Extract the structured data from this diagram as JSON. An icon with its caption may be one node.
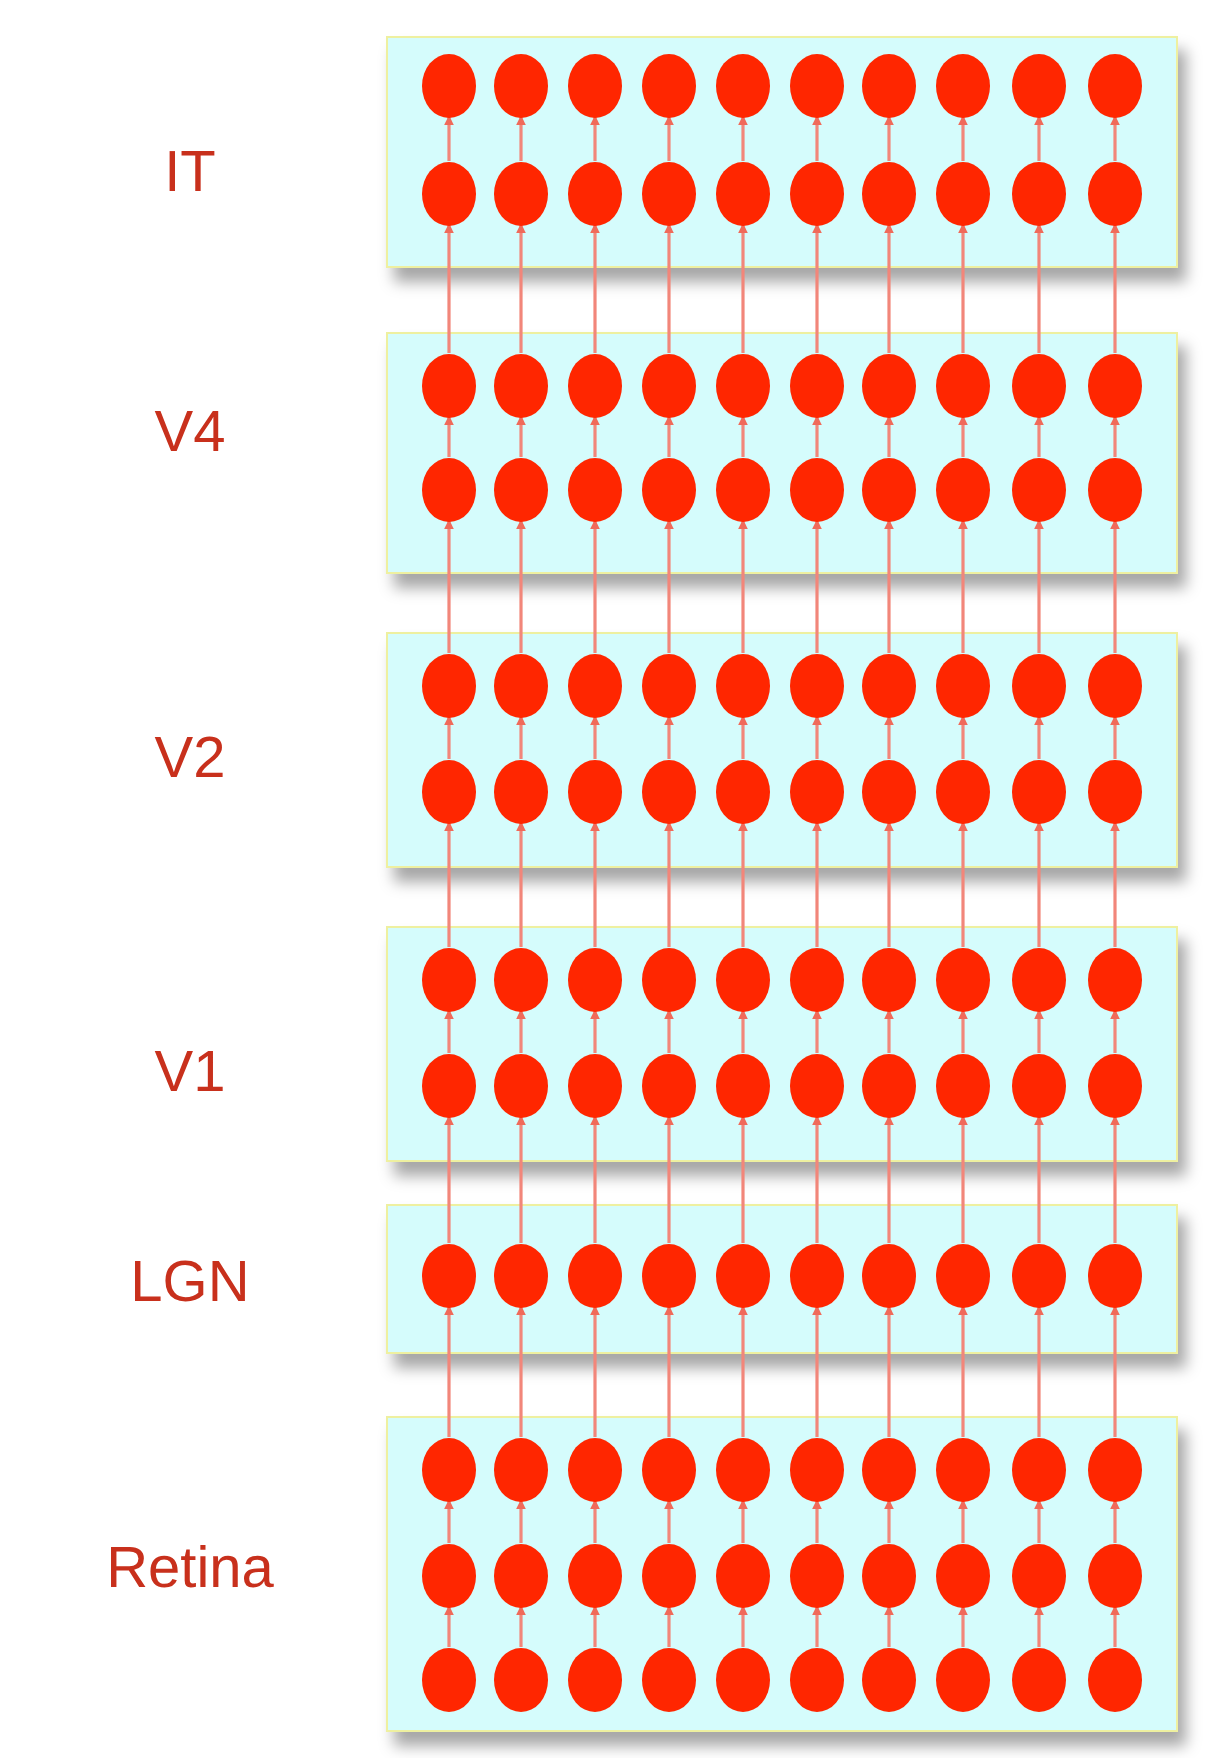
{
  "diagram": {
    "nodes": [
      {
        "text": [
          "IT"
        ]
      },
      {
        "text": [
          "V4"
        ]
      },
      {
        "text": [
          "V2"
        ]
      },
      {
        "text": [
          "V1"
        ]
      },
      {
        "text": [
          "LGN"
        ]
      },
      {
        "text": [
          "Retina"
        ]
      },
      {
        "text": [],
        "shape": "circle",
        "in": 0
      },
      {
        "text": [],
        "shape": "circle",
        "in": 0
      },
      {
        "text": [],
        "shape": "circle",
        "in": 0
      },
      {
        "text": [],
        "shape": "circle",
        "in": 0
      },
      {
        "text": [],
        "shape": "circle",
        "in": 0
      },
      {
        "text": [],
        "shape": "circle",
        "in": 0
      },
      {
        "text": [],
        "shape": "circle",
        "in": 0
      },
      {
        "text": [],
        "shape": "circle",
        "in": 0
      },
      {
        "text": [],
        "shape": "circle",
        "in": 0
      },
      {
        "text": [],
        "shape": "circle",
        "in": 0
      },
      {
        "text": [],
        "shape": "circle",
        "in": 0
      },
      {
        "text": [],
        "shape": "circle",
        "in": 0
      },
      {
        "text": [],
        "shape": "circle",
        "in": 0
      },
      {
        "text": [],
        "shape": "circle",
        "in": 0
      },
      {
        "text": [],
        "shape": "circle",
        "in": 0
      },
      {
        "text": [],
        "shape": "circle",
        "in": 0
      },
      {
        "text": [],
        "shape": "circle",
        "in": 0
      },
      {
        "text": [],
        "shape": "circle",
        "in": 0
      },
      {
        "text": [],
        "shape": "circle",
        "in": 0
      },
      {
        "text": [],
        "shape": "circle",
        "in": 0
      },
      {
        "text": [],
        "shape": "circle",
        "in": 1
      },
      {
        "text": [],
        "shape": "circle",
        "in": 1
      },
      {
        "text": [],
        "shape": "circle",
        "in": 1
      },
      {
        "text": [],
        "shape": "circle",
        "in": 1
      },
      {
        "text": [],
        "shape": "circle",
        "in": 1
      },
      {
        "text": [],
        "shape": "circle",
        "in": 1
      },
      {
        "text": [],
        "shape": "circle",
        "in": 1
      },
      {
        "text": [],
        "shape": "circle",
        "in": 1
      },
      {
        "text": [],
        "shape": "circle",
        "in": 1
      },
      {
        "text": [],
        "shape": "circle",
        "in": 1
      },
      {
        "text": [],
        "shape": "circle",
        "in": 1
      },
      {
        "text": [],
        "shape": "circle",
        "in": 1
      },
      {
        "text": [],
        "shape": "circle",
        "in": 1
      },
      {
        "text": [],
        "shape": "circle",
        "in": 1
      },
      {
        "text": [],
        "shape": "circle",
        "in": 1
      },
      {
        "text": [],
        "shape": "circle",
        "in": 1
      },
      {
        "text": [],
        "shape": "circle",
        "in": 1
      },
      {
        "text": [],
        "shape": "circle",
        "in": 1
      },
      {
        "text": [],
        "shape": "circle",
        "in": 1
      },
      {
        "text": [],
        "shape": "circle",
        "in": 1
      },
      {
        "text": [],
        "shape": "circle",
        "in": 2
      },
      {
        "text": [],
        "shape": "circle",
        "in": 2
      },
      {
        "text": [],
        "shape": "circle",
        "in": 2
      },
      {
        "text": [],
        "shape": "circle",
        "in": 2
      },
      {
        "text": [],
        "shape": "circle",
        "in": 2
      },
      {
        "text": [],
        "shape": "circle",
        "in": 2
      },
      {
        "text": [],
        "shape": "circle",
        "in": 2
      },
      {
        "text": [],
        "shape": "circle",
        "in": 2
      },
      {
        "text": [],
        "shape": "circle",
        "in": 2
      },
      {
        "text": [],
        "shape": "circle",
        "in": 2
      },
      {
        "text": [],
        "shape": "circle",
        "in": 2
      },
      {
        "text": [],
        "shape": "circle",
        "in": 2
      },
      {
        "text": [],
        "shape": "circle",
        "in": 2
      },
      {
        "text": [],
        "shape": "circle",
        "in": 2
      },
      {
        "text": [],
        "shape": "circle",
        "in": 2
      },
      {
        "text": [],
        "shape": "circle",
        "in": 2
      },
      {
        "text": [],
        "shape": "circle",
        "in": 2
      },
      {
        "text": [],
        "shape": "circle",
        "in": 2
      },
      {
        "text": [],
        "shape": "circle",
        "in": 2
      },
      {
        "text": [],
        "shape": "circle",
        "in": 2
      },
      {
        "text": [],
        "shape": "circle",
        "in": 3
      },
      {
        "text": [],
        "shape": "circle",
        "in": 3
      },
      {
        "text": [],
        "shape": "circle",
        "in": 3
      },
      {
        "text": [],
        "shape": "circle",
        "in": 3
      },
      {
        "text": [],
        "shape": "circle",
        "in": 3
      },
      {
        "text": [],
        "shape": "circle",
        "in": 3
      },
      {
        "text": [],
        "shape": "circle",
        "in": 3
      },
      {
        "text": [],
        "shape": "circle",
        "in": 3
      },
      {
        "text": [],
        "shape": "circle",
        "in": 3
      },
      {
        "text": [],
        "shape": "circle",
        "in": 3
      },
      {
        "text": [],
        "shape": "circle",
        "in": 3
      },
      {
        "text": [],
        "shape": "circle",
        "in": 3
      },
      {
        "text": [],
        "shape": "circle",
        "in": 3
      },
      {
        "text": [],
        "shape": "circle",
        "in": 3
      },
      {
        "text": [],
        "shape": "circle",
        "in": 3
      },
      {
        "text": [],
        "shape": "circle",
        "in": 3
      },
      {
        "text": [],
        "shape": "circle",
        "in": 3
      },
      {
        "text": [],
        "shape": "circle",
        "in": 3
      },
      {
        "text": [],
        "shape": "circle",
        "in": 3
      },
      {
        "text": [],
        "shape": "circle",
        "in": 3
      },
      {
        "text": [],
        "shape": "circle",
        "in": 4
      },
      {
        "text": [],
        "shape": "circle",
        "in": 4
      },
      {
        "text": [],
        "shape": "circle",
        "in": 4
      },
      {
        "text": [],
        "shape": "circle",
        "in": 4
      },
      {
        "text": [],
        "shape": "circle",
        "in": 4
      },
      {
        "text": [],
        "shape": "circle",
        "in": 4
      },
      {
        "text": [],
        "shape": "circle",
        "in": 4
      },
      {
        "text": [],
        "shape": "circle",
        "in": 4
      },
      {
        "text": [],
        "shape": "circle",
        "in": 4
      },
      {
        "text": [],
        "shape": "circle",
        "in": 4
      },
      {
        "text": [],
        "shape": "circle",
        "in": 5
      },
      {
        "text": [],
        "shape": "circle",
        "in": 5
      },
      {
        "text": [],
        "shape": "circle",
        "in": 5
      },
      {
        "text": [],
        "shape": "circle",
        "in": 5
      },
      {
        "text": [],
        "shape": "circle",
        "in": 5
      },
      {
        "text": [],
        "shape": "circle",
        "in": 5
      },
      {
        "text": [],
        "shape": "circle",
        "in": 5
      },
      {
        "text": [],
        "shape": "circle",
        "in": 5
      },
      {
        "text": [],
        "shape": "circle",
        "in": 5
      },
      {
        "text": [],
        "shape": "circle",
        "in": 5
      },
      {
        "text": [],
        "shape": "circle",
        "in": 5
      },
      {
        "text": [],
        "shape": "circle",
        "in": 5
      },
      {
        "text": [],
        "shape": "circle",
        "in": 5
      },
      {
        "text": [],
        "shape": "circle",
        "in": 5
      },
      {
        "text": [],
        "shape": "circle",
        "in": 5
      },
      {
        "text": [],
        "shape": "circle",
        "in": 5
      },
      {
        "text": [],
        "shape": "circle",
        "in": 5
      },
      {
        "text": [],
        "shape": "circle",
        "in": 5
      },
      {
        "text": [],
        "shape": "circle",
        "in": 5
      },
      {
        "text": [],
        "shape": "circle",
        "in": 5
      },
      {
        "text": [],
        "shape": "circle",
        "in": 5
      },
      {
        "text": [],
        "shape": "circle",
        "in": 5
      },
      {
        "text": [],
        "shape": "circle",
        "in": 5
      },
      {
        "text": [],
        "shape": "circle",
        "in": 5
      },
      {
        "text": [],
        "shape": "circle",
        "in": 5
      },
      {
        "text": [],
        "shape": "circle",
        "in": 5
      },
      {
        "text": [],
        "shape": "circle",
        "in": 5
      },
      {
        "text": [],
        "shape": "circle",
        "in": 5
      },
      {
        "text": [],
        "shape": "circle",
        "in": 5
      },
      {
        "text": [],
        "shape": "circle",
        "in": 5
      }
    ],
    "edges": [
      {
        "from": 16,
        "to": 6,
        "arrow": "to"
      },
      {
        "from": 17,
        "to": 7,
        "arrow": "to"
      },
      {
        "from": 18,
        "to": 8,
        "arrow": "to"
      },
      {
        "from": 19,
        "to": 9,
        "arrow": "to"
      },
      {
        "from": 20,
        "to": 10,
        "arrow": "to"
      },
      {
        "from": 21,
        "to": 11,
        "arrow": "to"
      },
      {
        "from": 22,
        "to": 12,
        "arrow": "to"
      },
      {
        "from": 23,
        "to": 13,
        "arrow": "to"
      },
      {
        "from": 24,
        "to": 14,
        "arrow": "to"
      },
      {
        "from": 25,
        "to": 15,
        "arrow": "to"
      },
      {
        "from": 26,
        "to": 16,
        "arrow": "to"
      },
      {
        "from": 27,
        "to": 17,
        "arrow": "to"
      },
      {
        "from": 28,
        "to": 18,
        "arrow": "to"
      },
      {
        "from": 29,
        "to": 19,
        "arrow": "to"
      },
      {
        "from": 30,
        "to": 20,
        "arrow": "to"
      },
      {
        "from": 31,
        "to": 21,
        "arrow": "to"
      },
      {
        "from": 32,
        "to": 22,
        "arrow": "to"
      },
      {
        "from": 33,
        "to": 23,
        "arrow": "to"
      },
      {
        "from": 34,
        "to": 24,
        "arrow": "to"
      },
      {
        "from": 35,
        "to": 25,
        "arrow": "to"
      },
      {
        "from": 36,
        "to": 26,
        "arrow": "to"
      },
      {
        "from": 37,
        "to": 27,
        "arrow": "to"
      },
      {
        "from": 38,
        "to": 28,
        "arrow": "to"
      },
      {
        "from": 39,
        "to": 29,
        "arrow": "to"
      },
      {
        "from": 40,
        "to": 30,
        "arrow": "to"
      },
      {
        "from": 41,
        "to": 31,
        "arrow": "to"
      },
      {
        "from": 42,
        "to": 32,
        "arrow": "to"
      },
      {
        "from": 43,
        "to": 33,
        "arrow": "to"
      },
      {
        "from": 44,
        "to": 34,
        "arrow": "to"
      },
      {
        "from": 45,
        "to": 35,
        "arrow": "to"
      },
      {
        "from": 46,
        "to": 36,
        "arrow": "to"
      },
      {
        "from": 47,
        "to": 37,
        "arrow": "to"
      },
      {
        "from": 48,
        "to": 38,
        "arrow": "to"
      },
      {
        "from": 49,
        "to": 39,
        "arrow": "to"
      },
      {
        "from": 50,
        "to": 40,
        "arrow": "to"
      },
      {
        "from": 51,
        "to": 41,
        "arrow": "to"
      },
      {
        "from": 52,
        "to": 42,
        "arrow": "to"
      },
      {
        "from": 53,
        "to": 43,
        "arrow": "to"
      },
      {
        "from": 54,
        "to": 44,
        "arrow": "to"
      },
      {
        "from": 55,
        "to": 45,
        "arrow": "to"
      },
      {
        "from": 56,
        "to": 46,
        "arrow": "to"
      },
      {
        "from": 57,
        "to": 47,
        "arrow": "to"
      },
      {
        "from": 58,
        "to": 48,
        "arrow": "to"
      },
      {
        "from": 59,
        "to": 49,
        "arrow": "to"
      },
      {
        "from": 60,
        "to": 50,
        "arrow": "to"
      },
      {
        "from": 61,
        "to": 51,
        "arrow": "to"
      },
      {
        "from": 62,
        "to": 52,
        "arrow": "to"
      },
      {
        "from": 63,
        "to": 53,
        "arrow": "to"
      },
      {
        "from": 64,
        "to": 54,
        "arrow": "to"
      },
      {
        "from": 65,
        "to": 55,
        "arrow": "to"
      },
      {
        "from": 66,
        "to": 56,
        "arrow": "to"
      },
      {
        "from": 67,
        "to": 57,
        "arrow": "to"
      },
      {
        "from": 68,
        "to": 58,
        "arrow": "to"
      },
      {
        "from": 69,
        "to": 59,
        "arrow": "to"
      },
      {
        "from": 70,
        "to": 60,
        "arrow": "to"
      },
      {
        "from": 71,
        "to": 61,
        "arrow": "to"
      },
      {
        "from": 72,
        "to": 62,
        "arrow": "to"
      },
      {
        "from": 73,
        "to": 63,
        "arrow": "to"
      },
      {
        "from": 74,
        "to": 64,
        "arrow": "to"
      },
      {
        "from": 75,
        "to": 65,
        "arrow": "to"
      },
      {
        "from": 76,
        "to": 66,
        "arrow": "to"
      },
      {
        "from": 77,
        "to": 67,
        "arrow": "to"
      },
      {
        "from": 78,
        "to": 68,
        "arrow": "to"
      },
      {
        "from": 79,
        "to": 69,
        "arrow": "to"
      },
      {
        "from": 80,
        "to": 70,
        "arrow": "to"
      },
      {
        "from": 81,
        "to": 71,
        "arrow": "to"
      },
      {
        "from": 82,
        "to": 72,
        "arrow": "to"
      },
      {
        "from": 83,
        "to": 73,
        "arrow": "to"
      },
      {
        "from": 84,
        "to": 74,
        "arrow": "to"
      },
      {
        "from": 85,
        "to": 75,
        "arrow": "to"
      },
      {
        "from": 86,
        "to": 76,
        "arrow": "to"
      },
      {
        "from": 87,
        "to": 77,
        "arrow": "to"
      },
      {
        "from": 88,
        "to": 78,
        "arrow": "to"
      },
      {
        "from": 89,
        "to": 79,
        "arrow": "to"
      },
      {
        "from": 90,
        "to": 80,
        "arrow": "to"
      },
      {
        "from": 91,
        "to": 81,
        "arrow": "to"
      },
      {
        "from": 92,
        "to": 82,
        "arrow": "to"
      },
      {
        "from": 93,
        "to": 83,
        "arrow": "to"
      },
      {
        "from": 94,
        "to": 84,
        "arrow": "to"
      },
      {
        "from": 95,
        "to": 85,
        "arrow": "to"
      },
      {
        "from": 96,
        "to": 86,
        "arrow": "to"
      },
      {
        "from": 97,
        "to": 87,
        "arrow": "to"
      },
      {
        "from": 98,
        "to": 88,
        "arrow": "to"
      },
      {
        "from": 99,
        "to": 89,
        "arrow": "to"
      },
      {
        "from": 100,
        "to": 90,
        "arrow": "to"
      },
      {
        "from": 101,
        "to": 91,
        "arrow": "to"
      },
      {
        "from": 102,
        "to": 92,
        "arrow": "to"
      },
      {
        "from": 103,
        "to": 93,
        "arrow": "to"
      },
      {
        "from": 104,
        "to": 94,
        "arrow": "to"
      },
      {
        "from": 105,
        "to": 95,
        "arrow": "to"
      },
      {
        "from": 106,
        "to": 96,
        "arrow": "to"
      },
      {
        "from": 107,
        "to": 97,
        "arrow": "to"
      },
      {
        "from": 108,
        "to": 98,
        "arrow": "to"
      },
      {
        "from": 109,
        "to": 99,
        "arrow": "to"
      },
      {
        "from": 110,
        "to": 100,
        "arrow": "to"
      },
      {
        "from": 111,
        "to": 101,
        "arrow": "to"
      },
      {
        "from": 112,
        "to": 102,
        "arrow": "to"
      },
      {
        "from": 113,
        "to": 103,
        "arrow": "to"
      },
      {
        "from": 114,
        "to": 104,
        "arrow": "to"
      },
      {
        "from": 115,
        "to": 105,
        "arrow": "to"
      },
      {
        "from": 116,
        "to": 106,
        "arrow": "to"
      },
      {
        "from": 117,
        "to": 107,
        "arrow": "to"
      },
      {
        "from": 118,
        "to": 108,
        "arrow": "to"
      },
      {
        "from": 119,
        "to": 109,
        "arrow": "to"
      },
      {
        "from": 120,
        "to": 110,
        "arrow": "to"
      },
      {
        "from": 121,
        "to": 111,
        "arrow": "to"
      },
      {
        "from": 122,
        "to": 112,
        "arrow": "to"
      },
      {
        "from": 123,
        "to": 113,
        "arrow": "to"
      },
      {
        "from": 124,
        "to": 114,
        "arrow": "to"
      },
      {
        "from": 125,
        "to": 115,
        "arrow": "to"
      }
    ]
  }
}
